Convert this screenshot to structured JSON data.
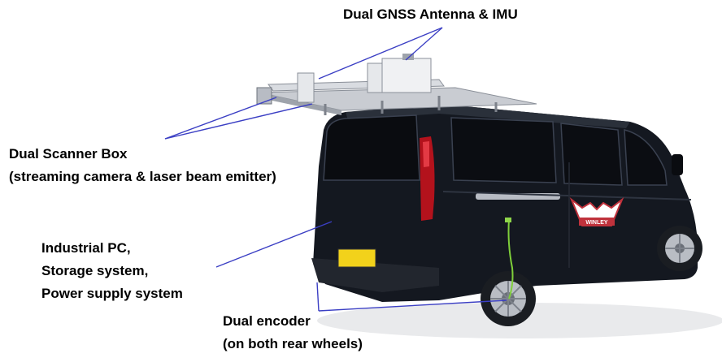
{
  "labels": {
    "gnss": "Dual GNSS Antenna & IMU",
    "scanner_line1": "Dual Scanner Box",
    "scanner_line2": "(streaming camera & laser beam emitter)",
    "pc_line1": "Industrial PC,",
    "pc_line2": "Storage system,",
    "pc_line3": "Power supply system",
    "encoder_line1": "Dual encoder",
    "encoder_line2": "(on both rear wheels)"
  },
  "van": {
    "logo_text": "WINLEY"
  },
  "colors": {
    "leader_line": "#3b3fc4",
    "van_body": "#141820",
    "plate": "#f2d21b",
    "tail_light": "#b3121c"
  }
}
